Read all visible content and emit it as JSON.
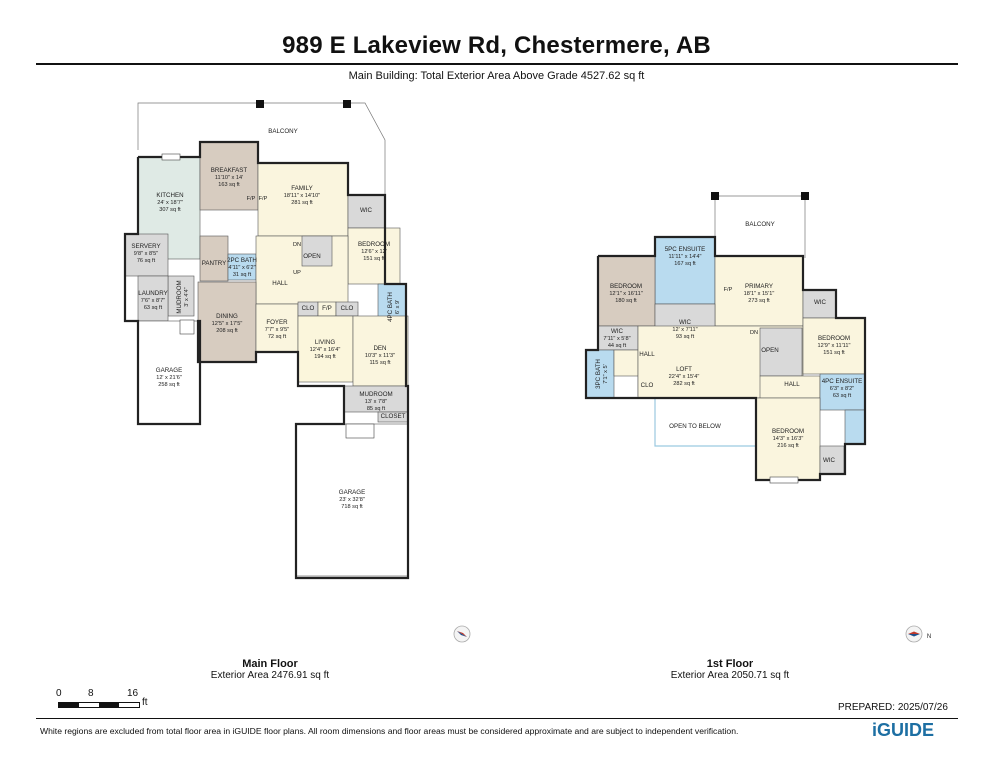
{
  "title": "989 E Lakeview Rd, Chestermere, AB",
  "subtitle": "Main Building: Total Exterior Area Above Grade 4527.62 sq ft",
  "main_floor": {
    "name": "Main Floor",
    "area": "Exterior Area 2476.91 sq ft",
    "rooms": [
      {
        "id": "balcony",
        "name": "BALCONY"
      },
      {
        "id": "breakfast",
        "name": "BREAKFAST",
        "dims": "11'10\" x 14'",
        "area": "163 sq ft"
      },
      {
        "id": "kitchen",
        "name": "KITCHEN",
        "dims": "24' x 18'7\"",
        "area": "307 sq ft"
      },
      {
        "id": "family",
        "name": "FAMILY",
        "dims": "18'11\" x 14'10\"",
        "area": "281 sq ft"
      },
      {
        "id": "wic",
        "name": "WIC"
      },
      {
        "id": "bedroom",
        "name": "BEDROOM",
        "dims": "12'6\" x 12'",
        "area": "151 sq ft"
      },
      {
        "id": "servery",
        "name": "SERVERY",
        "dims": "9'8\" x 8'5\"",
        "area": "76 sq ft"
      },
      {
        "id": "pantry",
        "name": "PANTRY"
      },
      {
        "id": "bath2pc",
        "name": "2PC BATH",
        "dims": "4'11\" x 6'2\"",
        "area": "31 sq ft"
      },
      {
        "id": "open",
        "name": "OPEN"
      },
      {
        "id": "hall",
        "name": "HALL"
      },
      {
        "id": "mudroom_small",
        "name": "MUDROOM",
        "dims": "3' x 4'4\""
      },
      {
        "id": "laundry",
        "name": "LAUNDRY",
        "dims": "7'6\" x 8'7\"",
        "area": "63 sq ft"
      },
      {
        "id": "dining",
        "name": "DINING",
        "dims": "12'5\" x 17'5\"",
        "area": "208 sq ft"
      },
      {
        "id": "foyer",
        "name": "FOYER",
        "dims": "7'7\" x 9'5\"",
        "area": "72 sq ft"
      },
      {
        "id": "clo1",
        "name": "CLO"
      },
      {
        "id": "fp",
        "name": "F/P"
      },
      {
        "id": "clo2",
        "name": "CLO"
      },
      {
        "id": "bath4pc",
        "name": "4PC BATH",
        "dims": "6' x 9'"
      },
      {
        "id": "living",
        "name": "LIVING",
        "dims": "12'4\" x 16'4\"",
        "area": "194 sq ft"
      },
      {
        "id": "den",
        "name": "DEN",
        "dims": "10'3\" x 11'3\"",
        "area": "115 sq ft"
      },
      {
        "id": "garage_small",
        "name": "GARAGE",
        "dims": "12' x 21'6\"",
        "area": "258 sq ft"
      },
      {
        "id": "mudroom",
        "name": "MUDROOM",
        "dims": "13' x 7'8\"",
        "area": "85 sq ft"
      },
      {
        "id": "closet",
        "name": "CLOSET"
      },
      {
        "id": "garage",
        "name": "GARAGE",
        "dims": "23' x 32'8\"",
        "area": "718 sq ft"
      }
    ],
    "markers": [
      "DN",
      "UP",
      "F/P",
      "F/P"
    ]
  },
  "first_floor": {
    "name": "1st Floor",
    "area": "Exterior Area 2050.71 sq ft",
    "rooms": [
      {
        "id": "balcony",
        "name": "BALCONY"
      },
      {
        "id": "ensuite5",
        "name": "5PC ENSUITE",
        "dims": "11'11\" x 14'4\"",
        "area": "167 sq ft"
      },
      {
        "id": "bedroom_l",
        "name": "BEDROOM",
        "dims": "12'1\" x 16'11\"",
        "area": "180 sq ft"
      },
      {
        "id": "primary",
        "name": "PRIMARY",
        "dims": "18'1\" x 15'1\"",
        "area": "273 sq ft"
      },
      {
        "id": "wic_c",
        "name": "WIC",
        "dims": "12' x 7'11\"",
        "area": "93 sq ft"
      },
      {
        "id": "wic_r",
        "name": "WIC"
      },
      {
        "id": "wic_l",
        "name": "WIC",
        "dims": "7'11\" x 5'8\"",
        "area": "44 sq ft"
      },
      {
        "id": "hall_l",
        "name": "HALL"
      },
      {
        "id": "bath3pc",
        "name": "3PC BATH",
        "dims": "7'1\" x 5'"
      },
      {
        "id": "clo",
        "name": "CLO"
      },
      {
        "id": "loft",
        "name": "LOFT",
        "dims": "22'4\" x 15'4\"",
        "area": "282 sq ft"
      },
      {
        "id": "open",
        "name": "OPEN"
      },
      {
        "id": "hall_r",
        "name": "HALL"
      },
      {
        "id": "bedroom_r",
        "name": "BEDROOM",
        "dims": "12'9\" x 11'11\"",
        "area": "151 sq ft"
      },
      {
        "id": "ensuite4",
        "name": "4PC ENSUITE",
        "dims": "6'3\" x 8'2\"",
        "area": "63 sq ft"
      },
      {
        "id": "open_below",
        "name": "OPEN TO BELOW"
      },
      {
        "id": "bedroom_b",
        "name": "BEDROOM",
        "dims": "14'3\" x 16'3\"",
        "area": "216 sq ft"
      },
      {
        "id": "wic_b",
        "name": "WIC"
      }
    ],
    "markers": [
      "DN",
      "F/P"
    ]
  },
  "scale": {
    "labels": [
      "0",
      "8",
      "16"
    ],
    "unit": "ft"
  },
  "compass": "N",
  "prepared": "PREPARED:  2025/07/26",
  "disclaimer": "White regions are excluded from total floor area in iGUIDE floor plans. All room dimensions and floor areas must be considered approximate and are subject to independent verification.",
  "logo": "iGUIDE",
  "colors": {
    "kitchen": "#dfeae5",
    "beige": "#f2ead2",
    "taupe": "#d7ccc0",
    "cream": "#faf5de",
    "blue": "#b9dbef",
    "grey": "#d9d9d9",
    "yellow": "#fbf6dc",
    "wall": "#222222"
  }
}
